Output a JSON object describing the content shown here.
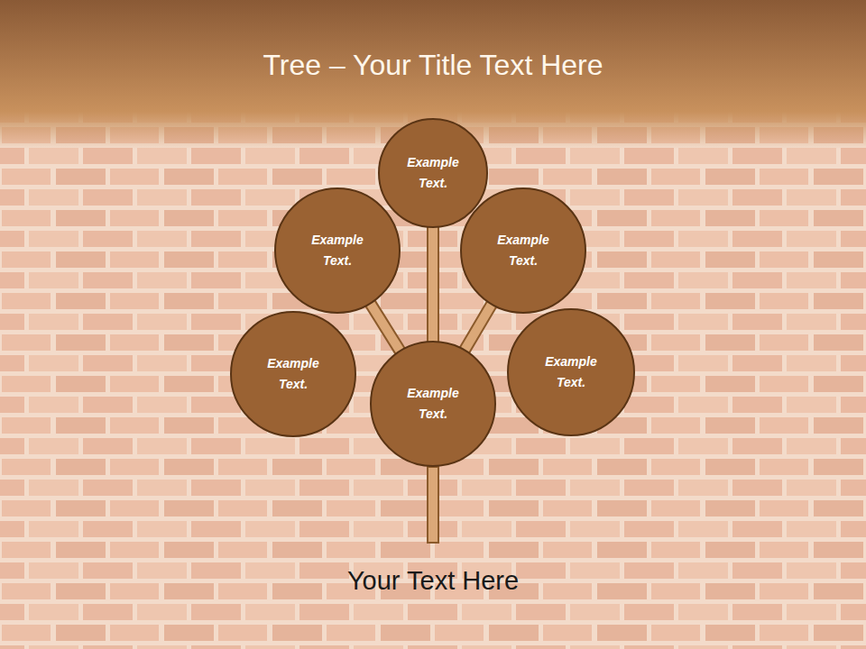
{
  "diagram": {
    "title": "Tree – Your Title Text Here",
    "nodes": [
      {
        "text": [
          "Example Text."
        ]
      },
      {
        "text": [
          "Example Text."
        ]
      },
      {
        "text": [
          "Example Text."
        ]
      },
      {
        "text": [
          "Example Text."
        ]
      },
      {
        "text": [
          "Example Text."
        ]
      },
      {
        "text": [
          "Example Text."
        ]
      }
    ],
    "edges": [
      {
        "from": 4,
        "to": 0,
        "arrow": "none"
      },
      {
        "from": 4,
        "to": 1,
        "arrow": "none"
      },
      {
        "from": 4,
        "to": 2,
        "arrow": "none"
      }
    ],
    "labels": [
      "Your Text Here"
    ]
  }
}
